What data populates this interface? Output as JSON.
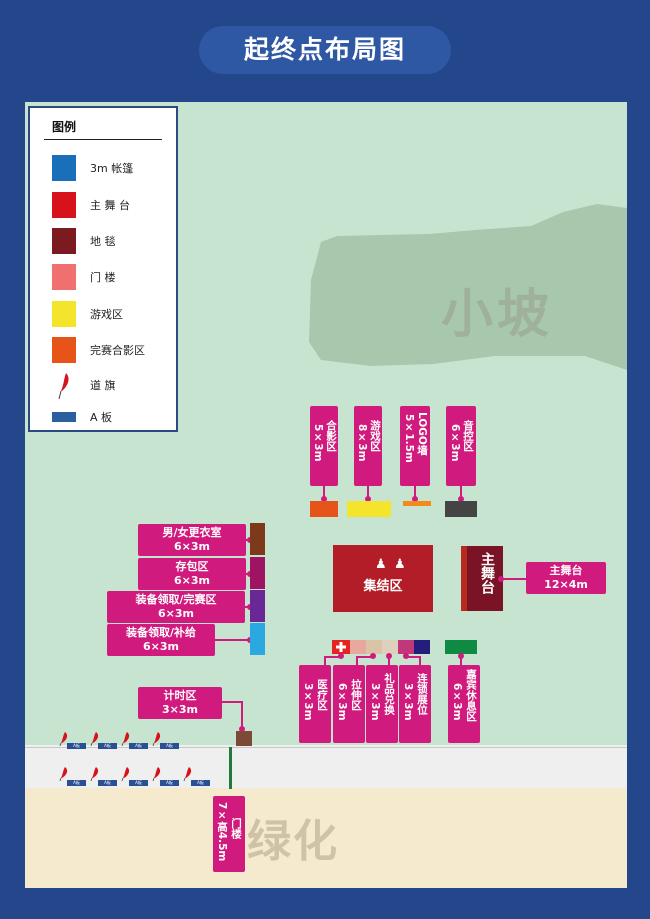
{
  "title": "起终点布局图",
  "legend": {
    "title": "图例",
    "items": [
      {
        "label": "3m 帐篷",
        "color": "#1a70b8"
      },
      {
        "label": "主 舞 台",
        "color": "#d8121c"
      },
      {
        "label": "地    毯",
        "color": "#7c1a22"
      },
      {
        "label": "门    楼",
        "color": "#f07070"
      },
      {
        "label": "游戏区",
        "color": "#f4e52c"
      },
      {
        "label": "完赛合影区",
        "color": "#e6541a"
      },
      {
        "label": "道    旗",
        "color": "#d8121c"
      },
      {
        "label": "A    板",
        "color": "#2a5fa2"
      }
    ]
  },
  "areas": {
    "hill": "小坡",
    "green": "绿化",
    "assembly": "集结区",
    "main_stage": "主舞台"
  },
  "top_booths": [
    {
      "name": "合影区",
      "size": "5×3m"
    },
    {
      "name": "游戏区",
      "size": "8×3m"
    },
    {
      "name": "LOGO墙",
      "size": "5×1.5m"
    },
    {
      "name": "音控区",
      "size": "6×3m"
    }
  ],
  "left_boxes": [
    {
      "name": "男/女更衣室",
      "size": "6×3m"
    },
    {
      "name": "存包区",
      "size": "6×3m"
    },
    {
      "name": "装备领取/完赛区",
      "size": "6×3m"
    },
    {
      "name": "装备领取/补给",
      "size": "6×3m"
    },
    {
      "name": "计时区",
      "size": "3×3m"
    }
  ],
  "stage_box": {
    "name": "主舞台",
    "size": "12×4m"
  },
  "bottom_booths": [
    {
      "name": "医疗区",
      "size": "3×3m"
    },
    {
      "name": "拉伸区",
      "size": "6×3m"
    },
    {
      "name": "礼品兑换",
      "size": "3×3m"
    },
    {
      "name": "连锁展位",
      "size": "3×3m"
    },
    {
      "name": "嘉宾休息区",
      "size": "6×3m"
    }
  ],
  "gate": {
    "name": "门楼",
    "size": "7×高4.5m"
  },
  "a_board_text": "A板"
}
